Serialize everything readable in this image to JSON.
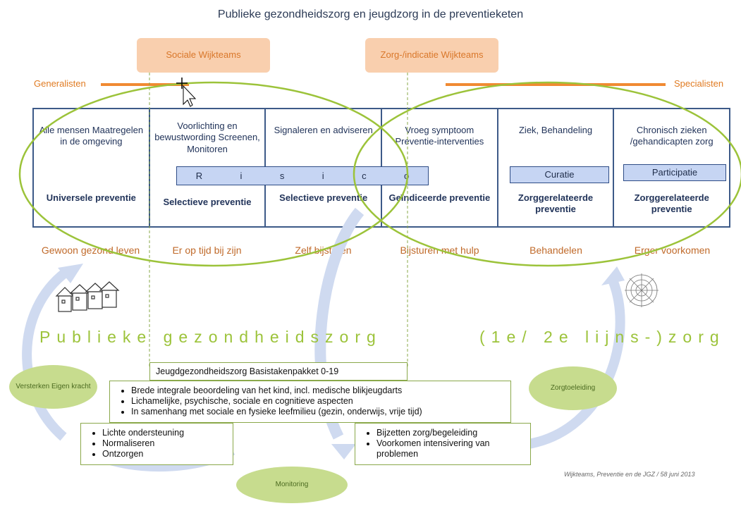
{
  "title": "Publieke gezondheidszorg en jeugdzorg in de preventieketen",
  "teams": {
    "sociale": "Sociale Wijkteams",
    "zorg": "Zorg-/indicatie Wijkteams"
  },
  "axis": {
    "left": "Generalisten",
    "right": "Specialisten"
  },
  "columns": [
    {
      "top": "Alle mensen Maatregelen in de omgeving",
      "bottom": "Universele preventie"
    },
    {
      "top": "Voorlichting en bewustwording Screenen, Monitoren",
      "bottom": "Selectieve preventie"
    },
    {
      "top": "Signaleren en adviseren",
      "bottom": "Selectieve preventie"
    },
    {
      "top": "Vroeg symptoom Preventie-interventies",
      "bottom": "Geïndiceerde preventie"
    },
    {
      "top": "Ziek, Behandeling",
      "bottom": "Zorggerelateerde preventie"
    },
    {
      "top": "Chronisch zieken /gehandicapten zorg",
      "bottom": "Zorggerelateerde preventie"
    }
  ],
  "risico": [
    "R",
    "i",
    "s",
    "i",
    "c",
    "o"
  ],
  "pills": {
    "curatie": "Curatie",
    "participatie": "Participatie"
  },
  "phases": [
    "Gewoon gezond leven",
    "Er op tijd bij zijn",
    "Zelf bijsturen",
    "Bijsturen met hulp",
    "Behandelen",
    "Erger voorkomen"
  ],
  "sections": {
    "publiek": "Publieke gezondheidszorg",
    "lijn": "(1e/ 2e lijns-)zorg"
  },
  "ellipses": {
    "versterken": "Versterken Eigen kracht",
    "zorgtoeleiding": "Zorgtoeleiding",
    "monitoring": "Monitoring"
  },
  "jgz": {
    "header": "Jeugdgezondheidszorg Basistakenpakket 0-19",
    "items": [
      "Brede integrale beoordeling van het kind, incl. medische blikjeugdarts",
      "Lichamelijke, psychische, sociale en cognitieve aspecten",
      "In samenhang met sociale en fysieke leefmilieu (gezin, onderwijs, vrije tijd)"
    ]
  },
  "left_box": [
    "Lichte ondersteuning",
    "Normaliseren",
    "Ontzorgen"
  ],
  "right_box": [
    "Bijzetten zorg/begeleiding",
    "Voorkomen intensivering van problemen"
  ],
  "footer": "Wijkteams, Preventie en de JGZ / 58 juni 2013",
  "colors": {
    "accent_orange": "#f08a32",
    "grid_blue": "#3d5a88",
    "green": "#9cc33a"
  }
}
